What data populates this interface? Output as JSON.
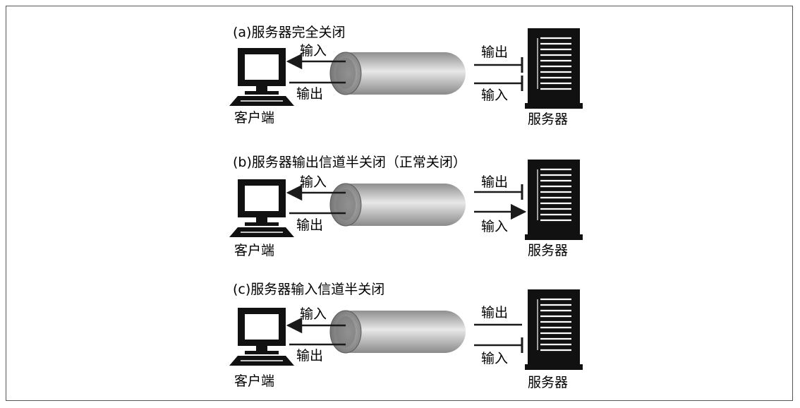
{
  "panels": [
    {
      "title": "(a)服务器完全关闭",
      "client": {
        "label": "客户端",
        "in_label": "输入",
        "out_label": "输出"
      },
      "server": {
        "label": "服务器",
        "out_label": "输出",
        "in_label": "输入"
      }
    },
    {
      "title": "(b)服务器输出信道半关闭（正常关闭）",
      "client": {
        "label": "客户端",
        "in_label": "输入",
        "out_label": "输出"
      },
      "server": {
        "label": "服务器",
        "out_label": "输出",
        "in_label": "输入"
      }
    },
    {
      "title": "(c)服务器输入信道半关闭",
      "client": {
        "label": "客户端",
        "in_label": "输入",
        "out_label": "输出"
      },
      "server": {
        "label": "服务器",
        "out_label": "输出",
        "in_label": "输入"
      }
    }
  ],
  "colors": {
    "line": "#1a1a1a",
    "tube_dark": "#9a9a9a",
    "tube_light": "#e6e6e6"
  }
}
